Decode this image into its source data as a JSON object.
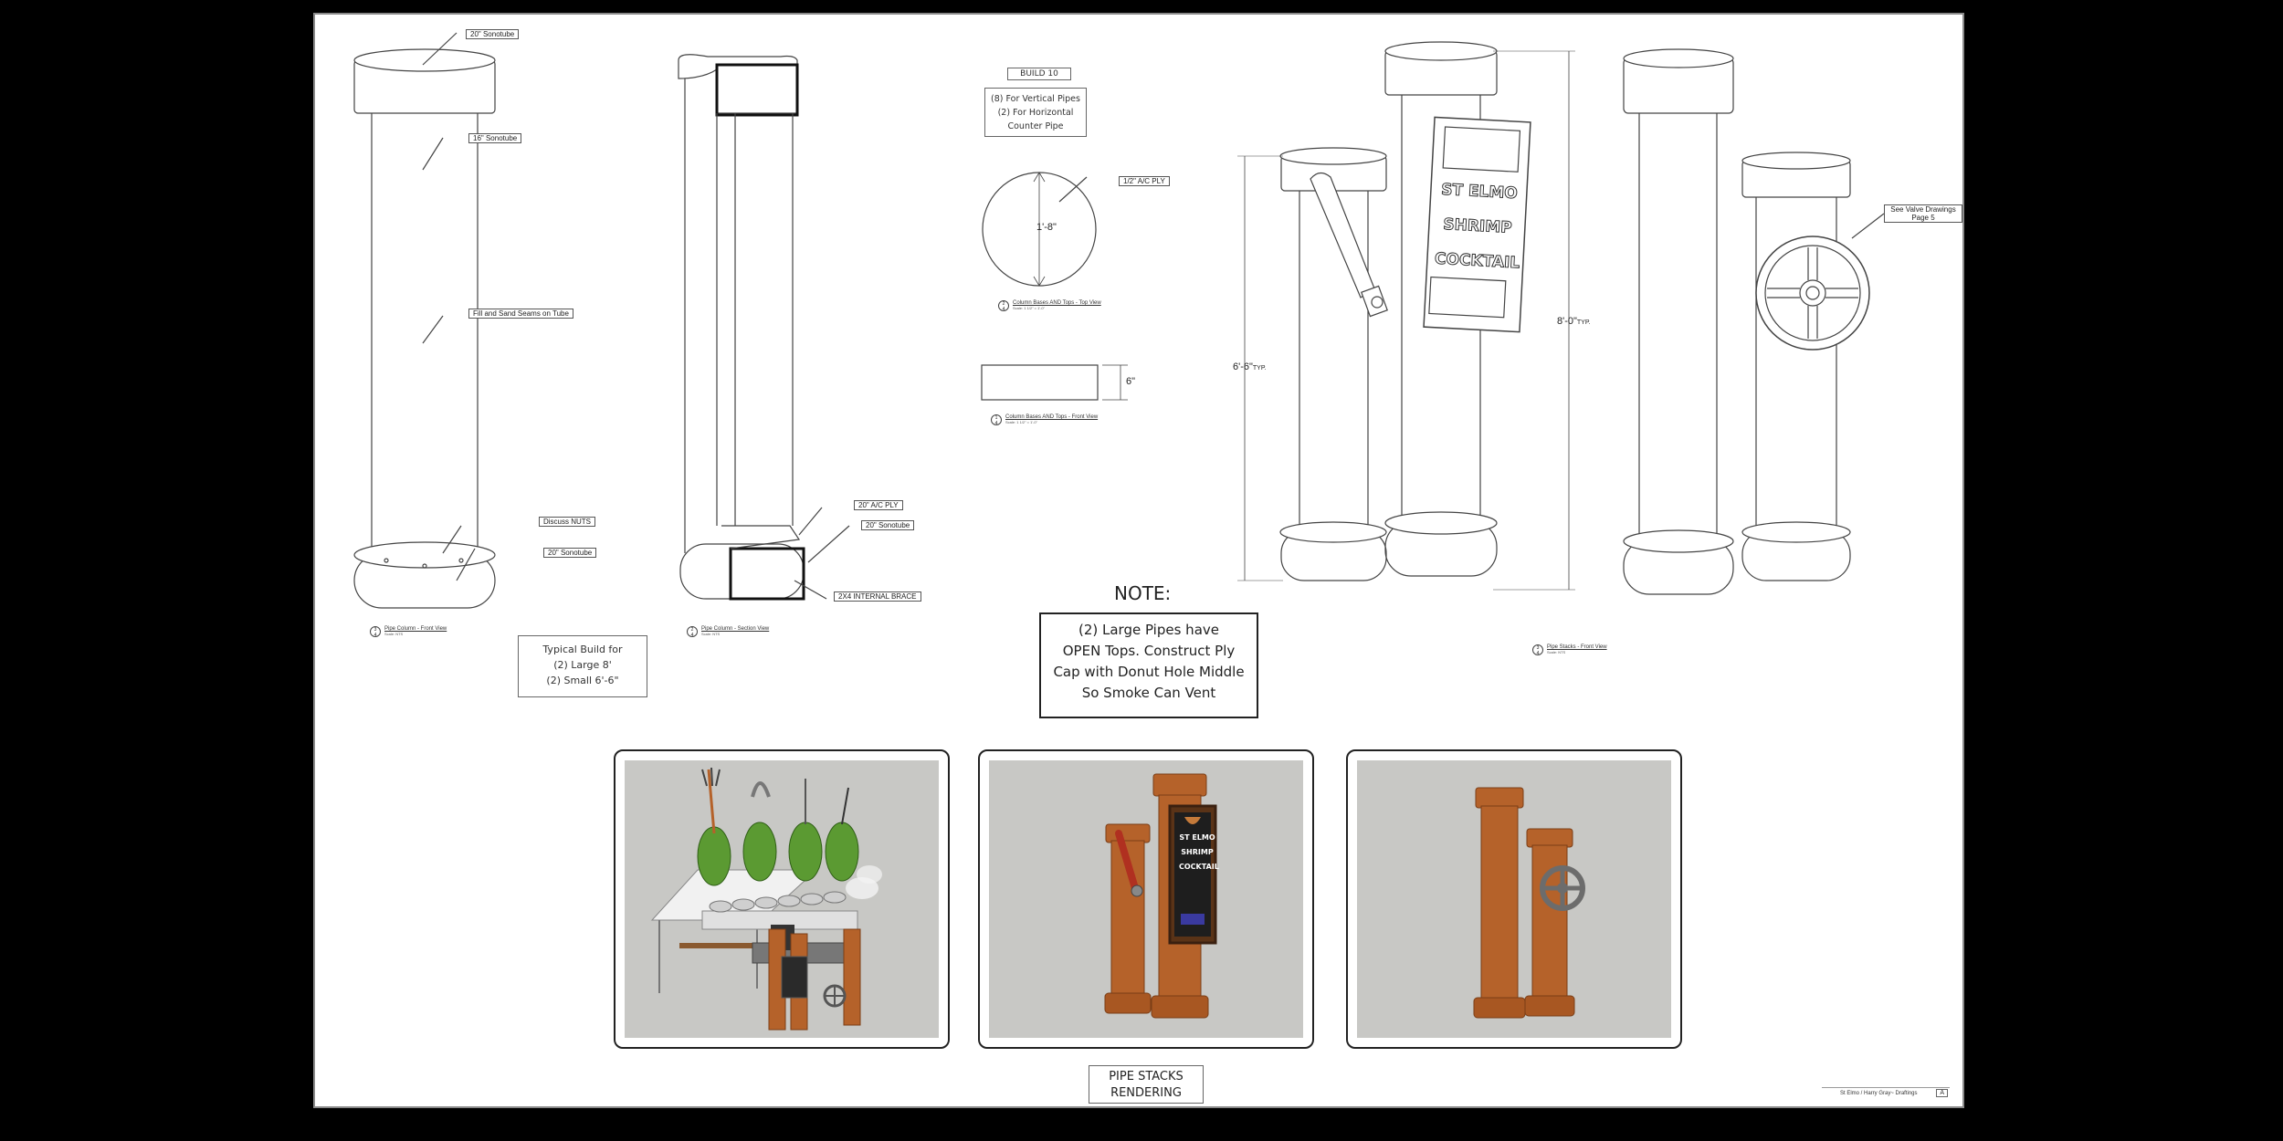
{
  "labels": {
    "sonotube_20_top": "20\" Sonotube",
    "sonotube_16": "16\" Sonotube",
    "fill_sand": "Fill and Sand Seams on Tube",
    "discuss_nuts": "Discuss NUTS",
    "sonotube_20_bottom": "20\" Sonotube",
    "ac_ply_20": "20\" A/C PLY",
    "sonotube_20_section": "20\" Sonotube",
    "internal_brace": "2X4 INTERNAL BRACE",
    "ac_ply_half": "1/2\" A/C PLY",
    "see_valve": "See Valve Drawings Page 5"
  },
  "build": {
    "title": "BUILD 10",
    "line1": "(8) For Vertical Pipes",
    "line2": "(2) For Horizontal",
    "line3": "Counter Pipe"
  },
  "typical": {
    "line1": "Typical Build for",
    "line2": "(2) Large 8'",
    "line3": "(2) Small 6'-6\""
  },
  "note": {
    "heading": "NOTE:",
    "line1": "(2) Large Pipes have",
    "line2": "OPEN Tops. Construct Ply",
    "line3": "Cap with Donut Hole Middle",
    "line4": "So Smoke Can Vent"
  },
  "dims": {
    "diameter": "1'-8\"",
    "height_top": "6\"",
    "small_pipe": "6'-6\"",
    "small_typ": "TYP.",
    "large_pipe": "8'-0\"",
    "large_typ": "TYP."
  },
  "sign": {
    "line1": "ST ELMO",
    "line2": "SHRIMP",
    "line3": "COCKTAIL"
  },
  "captions": {
    "front": {
      "num": "3",
      "sheet": "4",
      "title": "Pipe Column - Front View",
      "scale": "Scale: NTS"
    },
    "section": {
      "num": "2",
      "sheet": "4",
      "title": "Pipe Column - Section View",
      "scale": "Scale: NTS"
    },
    "top": {
      "num": "2",
      "sheet": "4",
      "title": "Column Bases AND Tops - Top View",
      "scale": "Scale: 1 1/2\" = 1'-0\""
    },
    "bases_front": {
      "num": "1",
      "sheet": "4",
      "title": "Column Bases AND Tops - Front View",
      "scale": "Scale: 1 1/2\" = 1'-0\""
    },
    "stacks": {
      "num": "3",
      "sheet": "4",
      "title": "Pipe Stacks - Front View",
      "scale": "Scale: NTS"
    }
  },
  "rendering": {
    "line1": "PIPE STACKS",
    "line2": "RENDERING"
  },
  "title_block": {
    "project": "St Elmo / Harry Gray~ Draftings",
    "sheet": "A"
  },
  "render_sign": {
    "line1": "ST ELMO",
    "line2": "SHRIMP",
    "line3": "COCKTAIL"
  },
  "colors": {
    "rust": "#b5622a",
    "rust_dark": "#7a3e17",
    "leaf": "#5b9a32",
    "valve": "#6c6c6c"
  }
}
